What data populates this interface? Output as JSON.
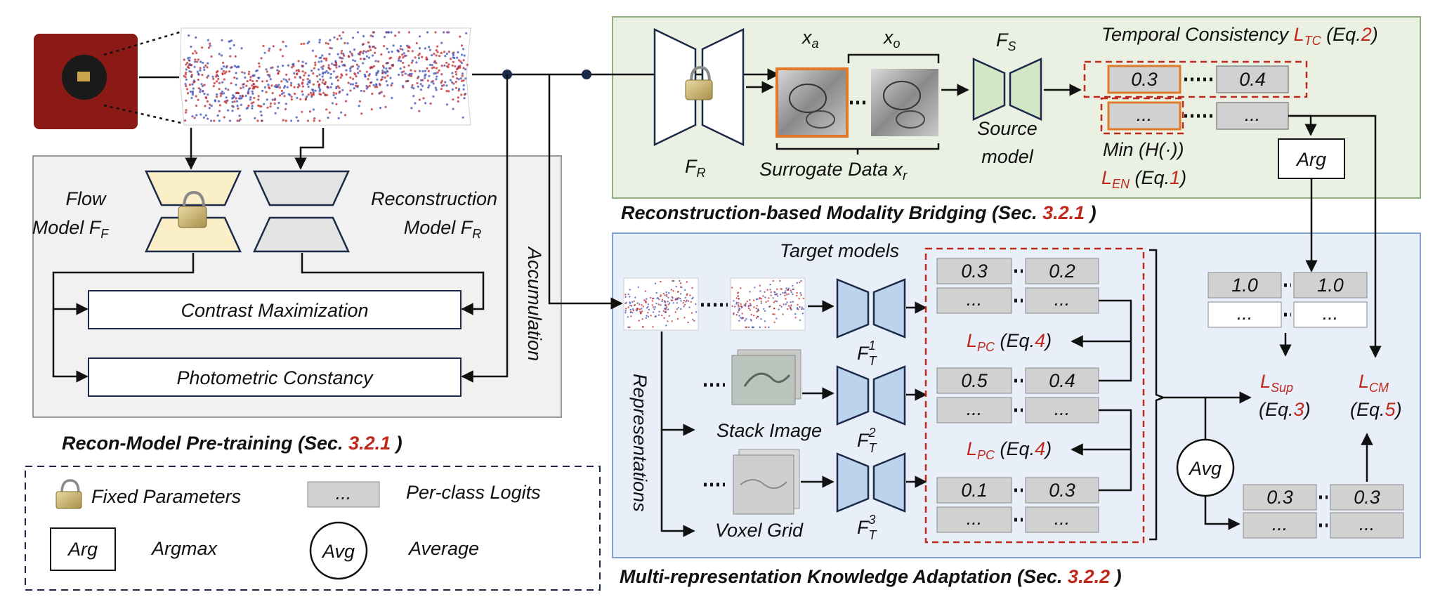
{
  "pretrain": {
    "flow_model_line1": "Flow",
    "flow_model_line2": "Model F",
    "flow_model_sub": "F",
    "recon_model_line1": "Reconstruction",
    "recon_model_line2": "Model F",
    "recon_model_sub": "R",
    "contrast": "Contrast Maximization",
    "photometric": "Photometric Constancy",
    "accumulation": "Accumulation",
    "title_prefix": "Recon-Model Pre-training (Sec. ",
    "title_ref": "3.2.1",
    "title_suffix": " )"
  },
  "bridging": {
    "fr_label": "F",
    "fr_sub": "R",
    "xa": "x",
    "xa_sub": "a",
    "xo": "x",
    "xo_sub": "o",
    "surrogate": "Surrogate Data x",
    "surrogate_sub": "r",
    "fs_label": "F",
    "fs_sub": "S",
    "source_line1": "Source",
    "source_line2": "model",
    "tc_prefix": "Temporal Consistency ",
    "tc_L": "L",
    "tc_sub": "TC",
    "tc_eq": " (Eq.",
    "tc_eq_num": "2",
    "tc_eq_end": ")",
    "logit_a": "0.3",
    "logit_b": "0.4",
    "logit_c": "...",
    "logit_d": "...",
    "min_h": "Min (H(·))",
    "en_L": "L",
    "en_sub": "EN",
    "en_eq": " (Eq.",
    "en_eq_num": "1",
    "en_eq_end": ")",
    "arg": "Arg",
    "title_prefix": "Reconstruction-based Modality Bridging (Sec. ",
    "title_ref": "3.2.1",
    "title_suffix": " )"
  },
  "adaptation": {
    "target_models": "Target models",
    "representations": "Representations",
    "stack_image": "Stack Image",
    "voxel_grid": "Voxel Grid",
    "ft_label": "F",
    "ft_sub": "T",
    "ft1_sup": "1",
    "ft2_sup": "2",
    "ft3_sup": "3",
    "t1_a": "0.3",
    "t1_b": "0.2",
    "t2_a": "0.5",
    "t2_b": "0.4",
    "t3_a": "0.1",
    "t3_b": "0.3",
    "ellipsis": "...",
    "pc_L": "L",
    "pc_sub": "PC",
    "pc_eq": " (Eq.",
    "pc_eq_num": "4",
    "pc_eq_end": ")",
    "pl_a": "1.0",
    "pl_b": "1.0",
    "avg_a": "0.3",
    "avg_b": "0.3",
    "avg": "Avg",
    "sup_L": "L",
    "sup_sub": "Sup",
    "sup_eq": "(Eq.",
    "sup_eq_num": "3",
    "sup_eq_end": ")",
    "cm_L": "L",
    "cm_sub": "CM",
    "cm_eq": "(Eq.",
    "cm_eq_num": "5",
    "cm_eq_end": ")",
    "title_prefix": "Multi-representation Knowledge Adaptation (Sec. ",
    "title_ref": "3.2.2",
    "title_suffix": " )"
  },
  "legend": {
    "fixed": "Fixed Parameters",
    "logit_sample": "...",
    "logits": "Per-class Logits",
    "arg": "Arg",
    "argmax": "Argmax",
    "avg": "Avg",
    "average": "Average"
  },
  "colors": {
    "bridging_bg": "#eaf1e3",
    "bridging_border": "#8fb178",
    "adapt_bg": "#e8eff9",
    "adapt_border": "#7fa3d6",
    "pretrain_bg": "#f1f1f1",
    "accent_red": "#c0281c",
    "flow_fill": "#fbefc8",
    "source_fill": "#d3e6c6",
    "target_fill": "#bcd3ec"
  }
}
